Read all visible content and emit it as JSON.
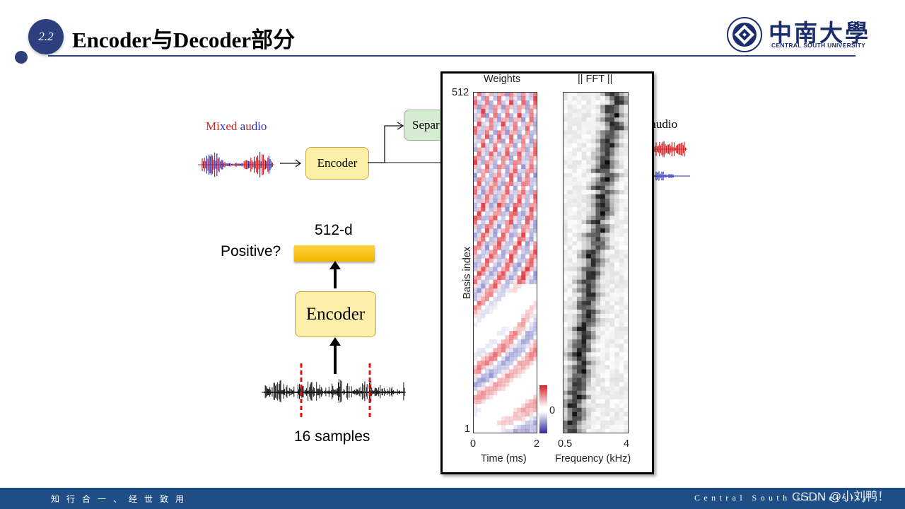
{
  "header": {
    "section_number": "2.2",
    "title": "Encoder与Decoder部分",
    "logo_chinese": "中南大學",
    "logo_english": "CENTRAL SOUTH UNIVERSITY"
  },
  "pipeline": {
    "mixed_audio_label": [
      "Mi",
      "x",
      "ed ",
      "a",
      "u",
      "dio"
    ],
    "encoder_label": "Encoder",
    "separator_label": "Separ",
    "separated_audio_label": "ed audio"
  },
  "encoder_detail": {
    "dimension_label": "512-d",
    "question_label": "Positive?",
    "encoder_label": "Encoder",
    "window_label": "16 samples"
  },
  "figure": {
    "weights_title": "Weights",
    "fft_title": "|| FFT ||",
    "y_axis_label": "Basis index",
    "y_top": "512",
    "y_bottom": "1",
    "colorbar_label": "0",
    "time_ticks": [
      "0",
      "2"
    ],
    "time_label": "Time (ms)",
    "freq_ticks": [
      "0.5",
      "4"
    ],
    "freq_label": "Frequency (kHz)"
  },
  "footer": {
    "motto": "知行合一、经世致用",
    "university": "Central South University",
    "watermark": "CSDN @小刘鸭！"
  },
  "colors": {
    "primary_navy": "#2e3f7e",
    "footer_blue": "#1f4e86",
    "encoder_fill": "#fcefa8",
    "separator_fill": "#d6ecd2",
    "accent_red": "#d42020",
    "accent_blue": "#2d2fb6",
    "bar_yellow": "#f0b400"
  }
}
